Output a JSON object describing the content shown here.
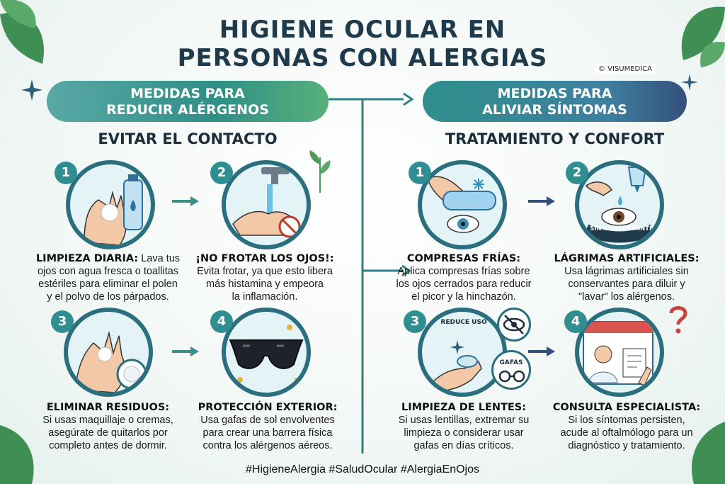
{
  "title": {
    "line1": "HIGIENE OCULAR EN",
    "line2": "PERSONAS CON ALERGIAS"
  },
  "credit": "© VISUMEDICA",
  "left_section": {
    "banner_line1": "MEDIDAS PARA",
    "banner_line2": "REDUCIR ALÉRGENOS",
    "subtitle": "EVITAR EL CONTACTO",
    "steps": [
      {
        "number": "1",
        "heading": "LIMPIEZA DIARIA:",
        "text_inline": " Lava tus",
        "lines": [
          "ojos con agua fresca o toallitas",
          "estériles para eliminar el polen",
          "y el polvo de los párpados."
        ]
      },
      {
        "number": "2",
        "heading": "¡NO FROTAR LOS OJOS!:",
        "lines": [
          "Evita frotar, ya que esto libera",
          "más histamina y empeora",
          "la inflamación."
        ]
      },
      {
        "number": "3",
        "heading": "ELIMINAR RESIDUOS:",
        "lines": [
          "Si usas maquillaje o cremas,",
          "asegúrate de quitarlos por",
          "completo antes de dormir."
        ]
      },
      {
        "number": "4",
        "heading": "PROTECCIÓN EXTERIOR:",
        "lines": [
          "Usa gafas de sol envolventes",
          "para crear una barrera física",
          "contra los alérgenos aéreos."
        ]
      }
    ]
  },
  "right_section": {
    "banner_line1": "MEDIDAS PARA",
    "banner_line2": "ALIVIAR SÍNTOMAS",
    "subtitle": "TRATAMIENTO Y CONFORT",
    "steps": [
      {
        "number": "1",
        "heading": "COMPRESAS FRÍAS:",
        "lines": [
          "Aplica compresas frías sobre",
          "los ojos cerrados para reducir",
          "el picor y la hinchazón."
        ]
      },
      {
        "number": "2",
        "heading": "LÁGRIMAS ARTIFICIALES:",
        "lines": [
          "Usa lágrimas artificiales sin",
          "conservantes para diluir y",
          "\"lavar\" los alérgenos."
        ],
        "badge": "SIN CONSERVANTES"
      },
      {
        "number": "3",
        "heading": "LIMPIEZA DE LENTES:",
        "lines": [
          "Si usas lentillas, extremar su",
          "limpieza o considerar usar",
          "gafas en días críticos."
        ],
        "badge_top": "REDUCE USO",
        "badge_gafas": "GAFAS"
      },
      {
        "number": "4",
        "heading": "CONSULTA ESPECIALISTA:",
        "lines": [
          "Si los síntomas persisten,",
          "acude al oftalmólogo para un",
          "diagnóstico y tratamiento."
        ]
      }
    ]
  },
  "hashtags": "#HigieneAlergia #SaludOcular #AlergiaEnOjos",
  "colors": {
    "navy": "#1f3a4a",
    "teal": "#2f8e8f",
    "ring": "#2b6f7e",
    "leaf": "#4f9a5a"
  }
}
